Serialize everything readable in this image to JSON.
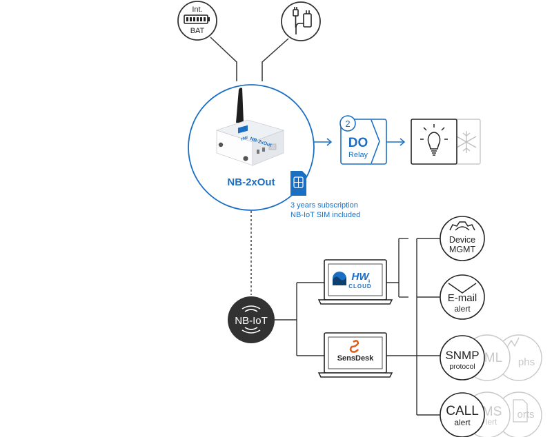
{
  "battery": {
    "line1": "Int.",
    "line2": "BAT"
  },
  "device": {
    "name": "NB-2xOut",
    "logo_text": "HW",
    "logo_sub": "NB-2xOut",
    "antenna": "antenna-icon"
  },
  "relay": {
    "count": "2",
    "label": "DO",
    "sub": "Relay"
  },
  "sim": {
    "line1": "3 years subscription",
    "line2": "NB-IoT SIM included"
  },
  "network": {
    "label": "NB-IoT"
  },
  "cloud": {
    "brand": "HW",
    "brand_sub": "g",
    "label": "CLOUD"
  },
  "sensdesk": {
    "label": "SensDesk"
  },
  "services": {
    "device": {
      "line1": "Device",
      "line2": "MGMT"
    },
    "email": {
      "line1": "E-mail",
      "line2": "alert"
    },
    "snmp": {
      "line1": "SNMP",
      "line2": "protocol"
    },
    "call": {
      "line1": "CALL",
      "line2": "alert"
    },
    "ghosts": {
      "xml": "ML",
      "graphs": "phs",
      "sms": "MS",
      "sms_sub": "lert",
      "reports": "orts"
    }
  },
  "colors": {
    "blue": "#1a6fc2",
    "dark": "#333333",
    "gray": "#c8c8c8"
  }
}
